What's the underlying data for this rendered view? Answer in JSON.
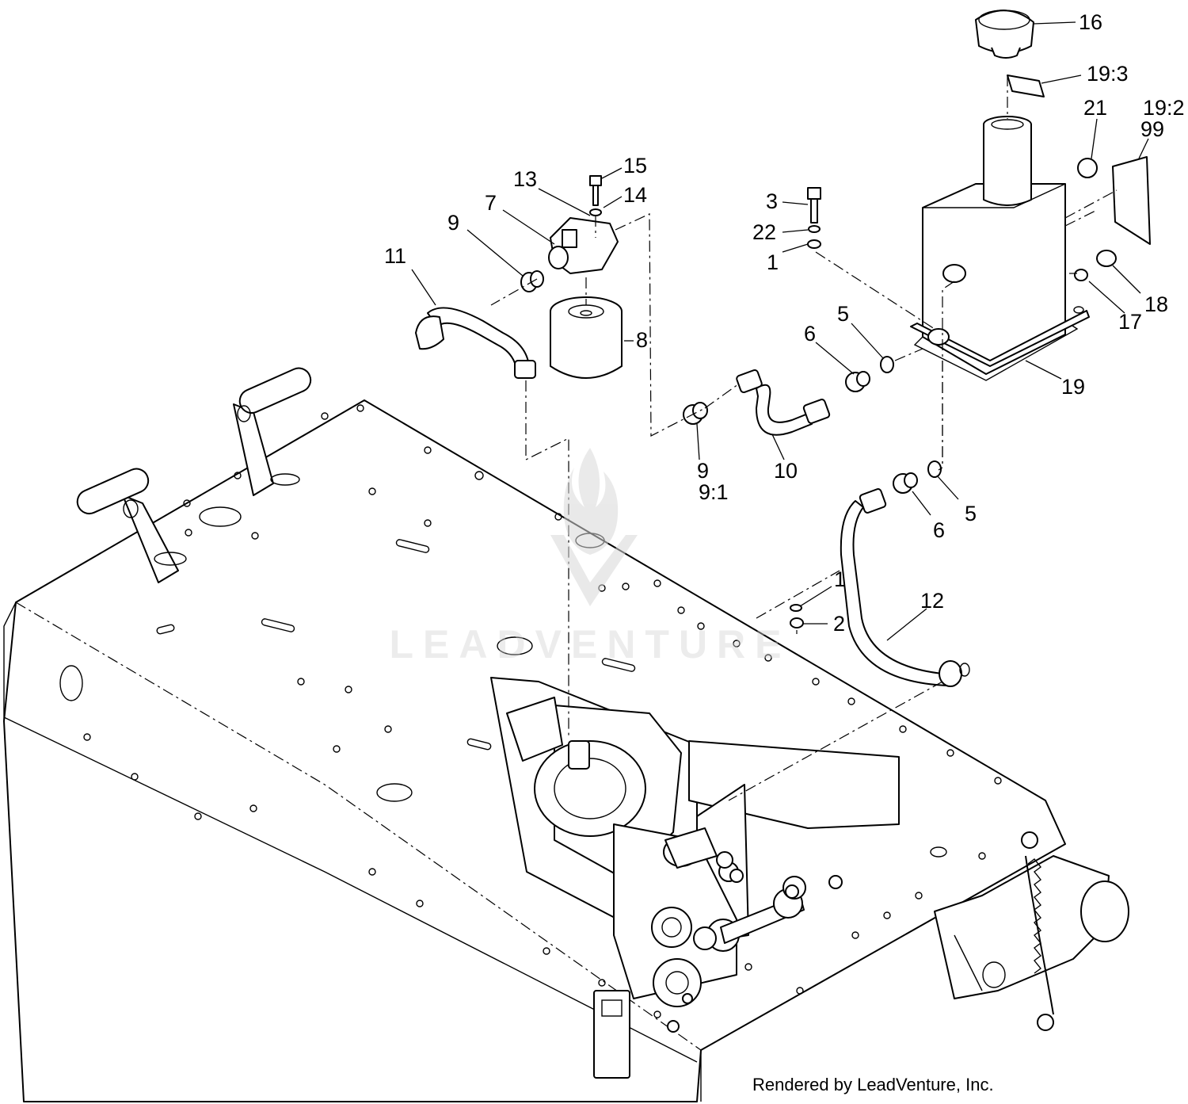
{
  "callouts": {
    "c16": "16",
    "c19_3": "19:3",
    "c21": "21",
    "c19_2": "19:2",
    "c99": "99",
    "c15": "15",
    "c13": "13",
    "c14": "14",
    "c7": "7",
    "c9a": "9",
    "c11": "11",
    "c3": "3",
    "c22": "22",
    "c1a": "1",
    "c8": "8",
    "c5a": "5",
    "c6a": "6",
    "c17": "17",
    "c18": "18",
    "c19": "19",
    "c9b": "9",
    "c9_1": "9:1",
    "c10": "10",
    "c5b": "5",
    "c6b": "6",
    "c1b": "1",
    "c2": "2",
    "c12": "12"
  },
  "watermark": {
    "text": "LEADVENTURE"
  },
  "footer": {
    "text": "Rendered by LeadVenture, Inc."
  }
}
